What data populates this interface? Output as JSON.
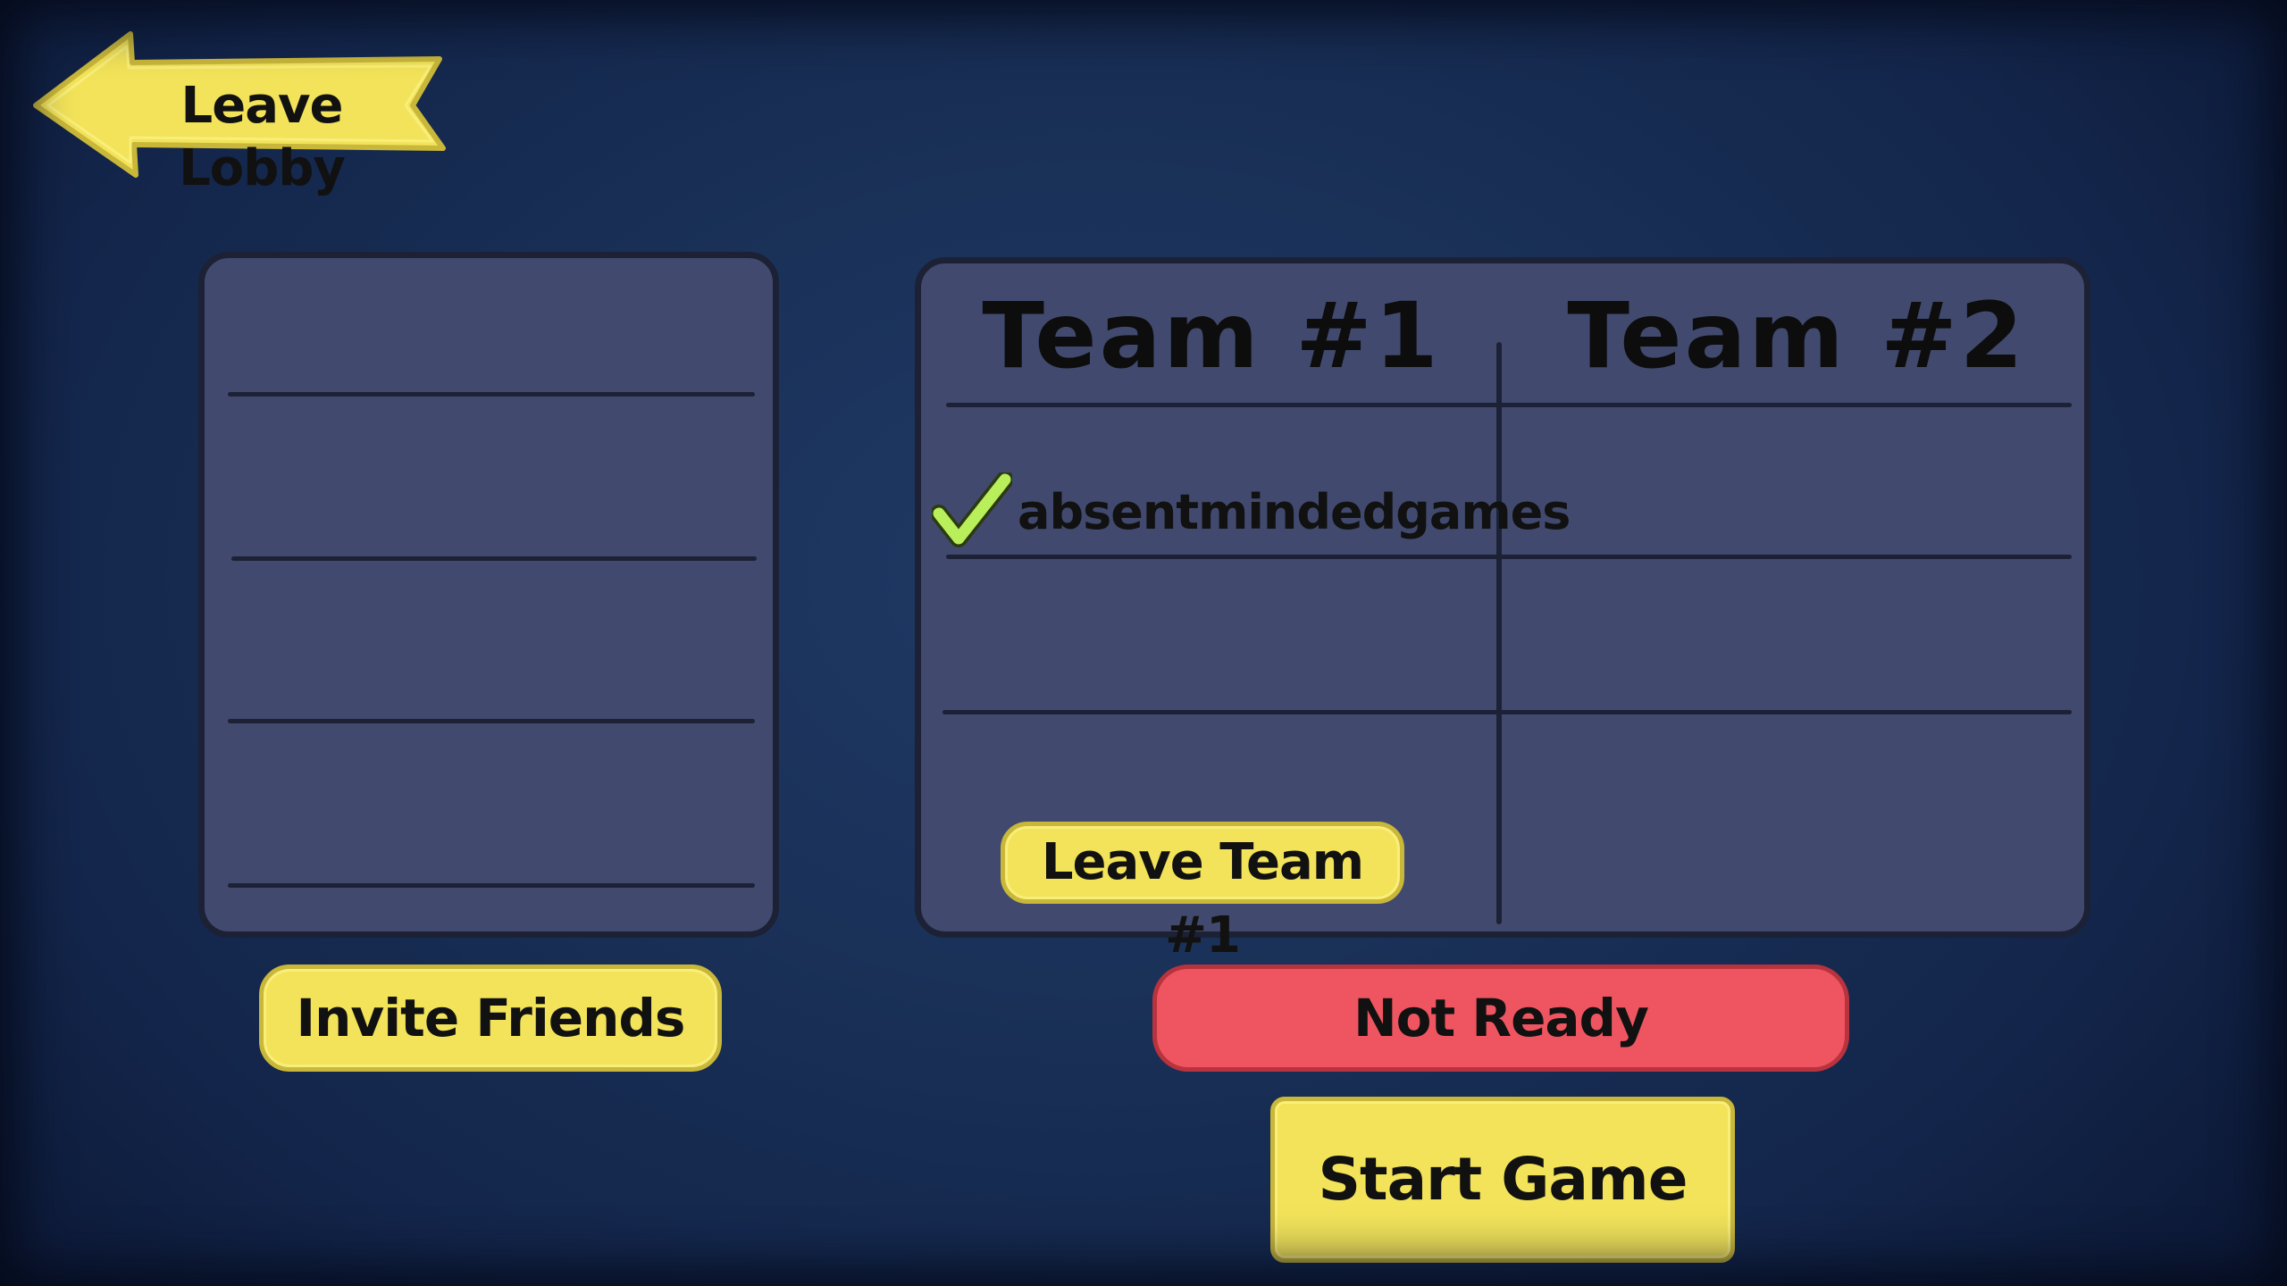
{
  "header": {
    "leave_lobby_label": "Leave Lobby"
  },
  "friends_panel": {
    "rows": [
      "",
      "",
      "",
      ""
    ]
  },
  "teams": {
    "team1": {
      "title": "Team #1",
      "players": [
        {
          "name": "absentmindedgames",
          "ready": true
        }
      ],
      "leave_label": "Leave Team #1"
    },
    "team2": {
      "title": "Team #2",
      "players": []
    }
  },
  "actions": {
    "invite_label": "Invite Friends",
    "ready_status_label": "Not Ready",
    "start_label": "Start Game"
  },
  "colors": {
    "background": "#1a3158",
    "panel": "#414a6e",
    "yellow_button": "#f2e35a",
    "red_button": "#ef5560",
    "check_green": "#b9ef5a"
  },
  "icons": {
    "back": "left-arrow-icon",
    "ready": "checkmark-icon"
  }
}
